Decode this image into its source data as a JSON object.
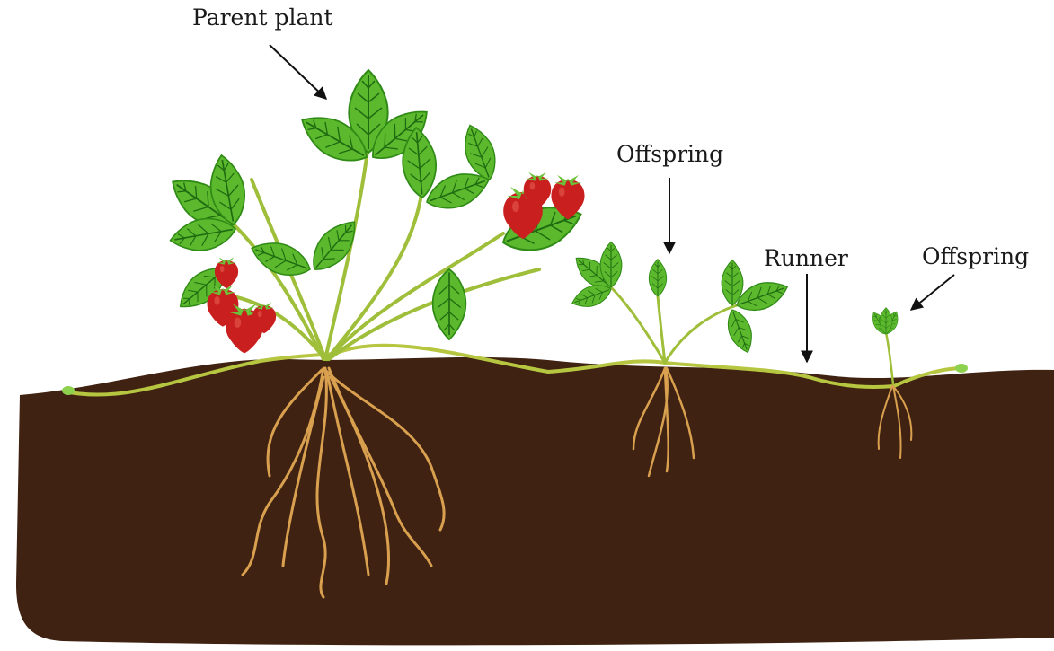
{
  "labels": {
    "parent": "Parent plant",
    "offspring_1": "Offspring",
    "runner": "Runner",
    "offspring_2": "Offspring"
  },
  "colors": {
    "soil": "#3f2211",
    "leaf_light": "#7ccd3d",
    "leaf_dark": "#3a9a1e",
    "vein": "#1f6b12",
    "stem": "#b6c640",
    "root": "#d9a04f",
    "berry": "#c9201f",
    "arrow": "#111111"
  }
}
